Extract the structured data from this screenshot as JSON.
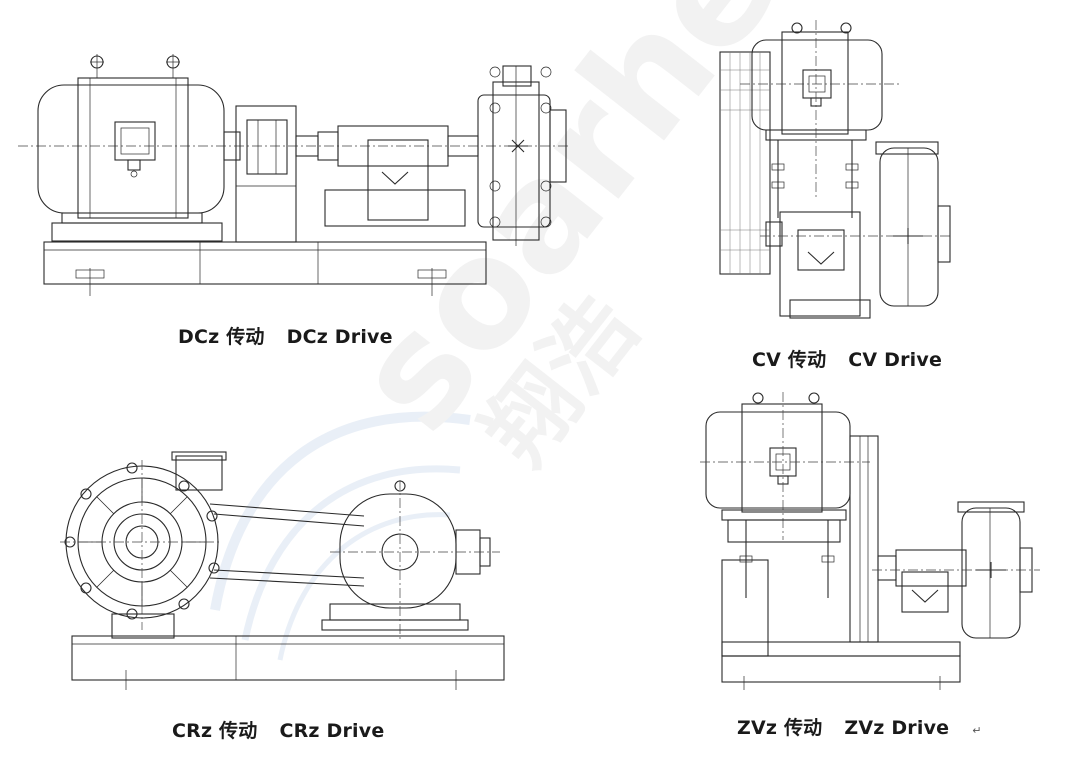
{
  "captions": {
    "dcz": {
      "cn": "DCz 传动",
      "en": "DCz Drive"
    },
    "cv": {
      "cn": "CV 传动",
      "en": "CV Drive"
    },
    "crz": {
      "cn": "CRz 传动",
      "en": "CRz Drive"
    },
    "zvz": {
      "cn": "ZVz 传动",
      "en": "ZVz Drive",
      "mark": "↵"
    }
  },
  "watermark": {
    "latin": "soarhe",
    "cjk": "翔浩"
  }
}
